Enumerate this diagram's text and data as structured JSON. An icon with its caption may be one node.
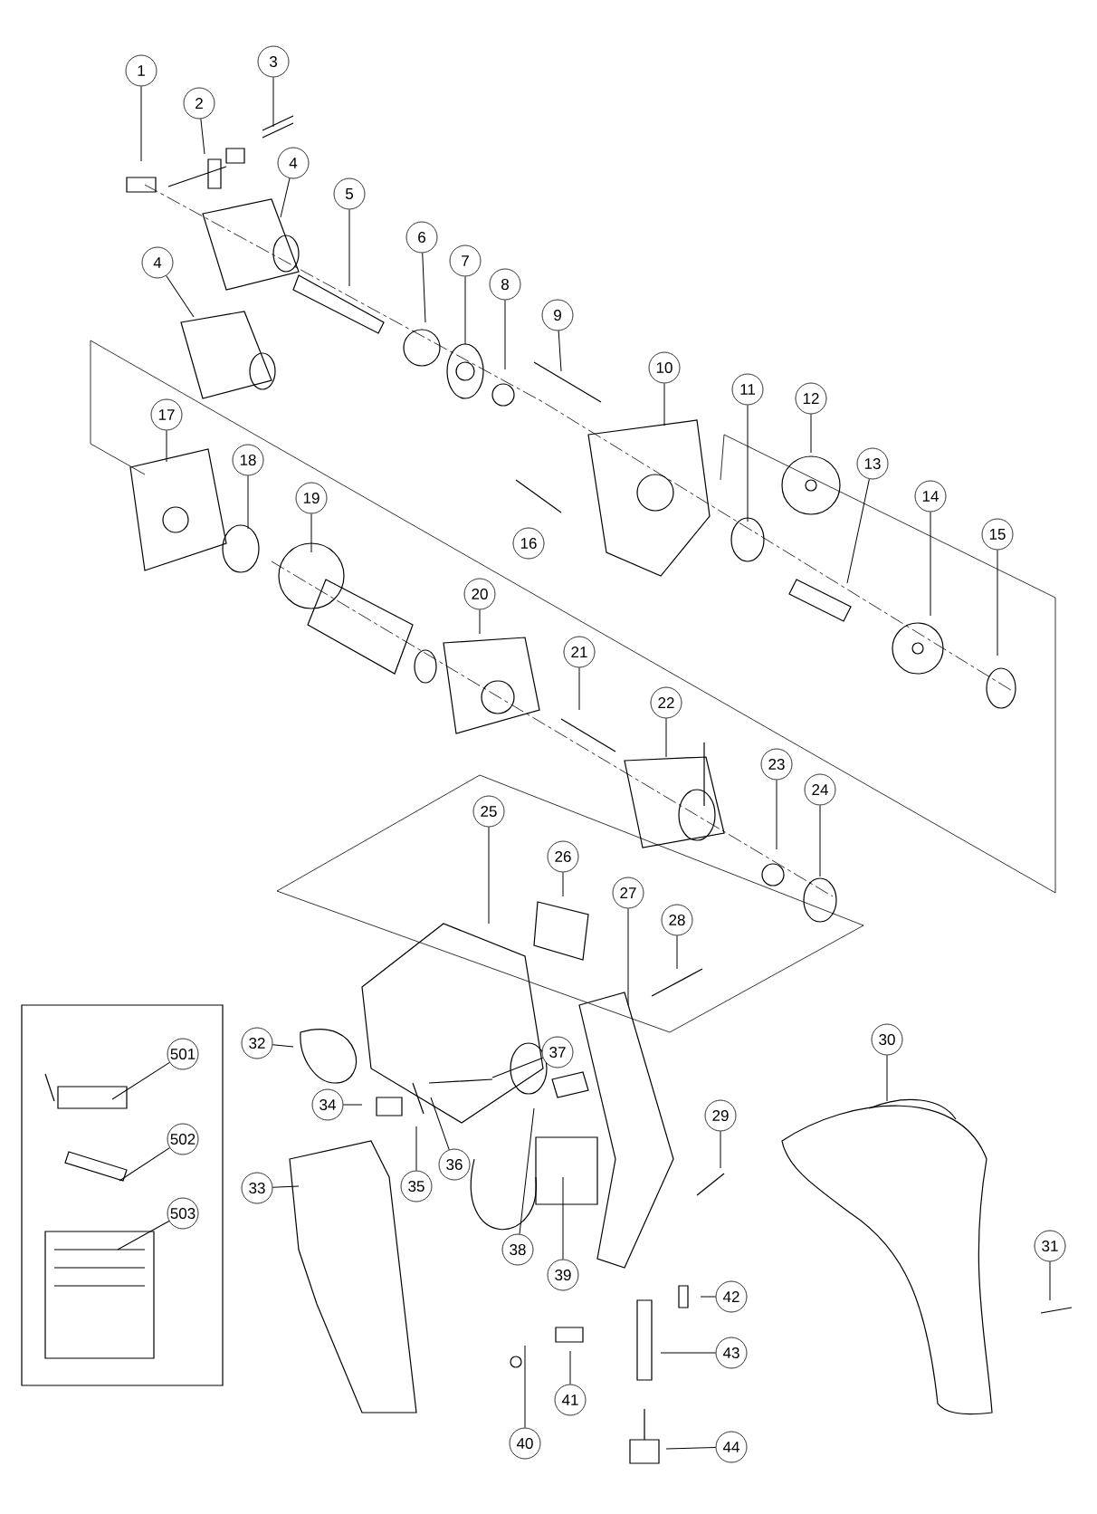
{
  "diagram": {
    "nodes": [
      {
        "text": [
          "1"
        ]
      },
      {
        "text": [
          "2"
        ]
      },
      {
        "text": [
          "3"
        ]
      },
      {
        "text": [
          "4"
        ]
      },
      {
        "text": [
          "4"
        ]
      },
      {
        "text": [
          "5"
        ]
      },
      {
        "text": [
          "6"
        ]
      },
      {
        "text": [
          "7"
        ]
      },
      {
        "text": [
          "8"
        ]
      },
      {
        "text": [
          "9"
        ]
      },
      {
        "text": [
          "10"
        ]
      },
      {
        "text": [
          "11"
        ]
      },
      {
        "text": [
          "12"
        ]
      },
      {
        "text": [
          "13"
        ]
      },
      {
        "text": [
          "14"
        ]
      },
      {
        "text": [
          "15"
        ]
      },
      {
        "text": [
          "16"
        ]
      },
      {
        "text": [
          "17"
        ]
      },
      {
        "text": [
          "18"
        ]
      },
      {
        "text": [
          "19"
        ]
      },
      {
        "text": [
          "20"
        ]
      },
      {
        "text": [
          "21"
        ]
      },
      {
        "text": [
          "22"
        ]
      },
      {
        "text": [
          "23"
        ]
      },
      {
        "text": [
          "24"
        ]
      },
      {
        "text": [
          "25"
        ]
      },
      {
        "text": [
          "26"
        ]
      },
      {
        "text": [
          "27"
        ]
      },
      {
        "text": [
          "28"
        ]
      },
      {
        "text": [
          "29"
        ]
      },
      {
        "text": [
          "30"
        ]
      },
      {
        "text": [
          "31"
        ]
      },
      {
        "text": [
          "32"
        ]
      },
      {
        "text": [
          "33"
        ]
      },
      {
        "text": [
          "34"
        ]
      },
      {
        "text": [
          "35"
        ]
      },
      {
        "text": [
          "36"
        ]
      },
      {
        "text": [
          "37"
        ]
      },
      {
        "text": [
          "38"
        ]
      },
      {
        "text": [
          "39"
        ]
      },
      {
        "text": [
          "40"
        ]
      },
      {
        "text": [
          "41"
        ]
      },
      {
        "text": [
          "42"
        ]
      },
      {
        "text": [
          "43"
        ]
      },
      {
        "text": [
          "44"
        ]
      },
      {
        "text": [],
        "shape": "box"
      },
      {
        "text": [
          "501"
        ],
        "in": 45
      },
      {
        "text": [
          "502"
        ],
        "in": 45
      },
      {
        "text": [
          "503"
        ],
        "in": 45
      }
    ],
    "edges": [
      {
        "from": 0,
        "to": null,
        "arrow": "none"
      },
      {
        "from": 1,
        "to": null,
        "arrow": "none"
      },
      {
        "from": 2,
        "to": null,
        "arrow": "none"
      },
      {
        "from": 3,
        "to": null,
        "arrow": "none"
      },
      {
        "from": 4,
        "to": null,
        "arrow": "none"
      },
      {
        "from": 5,
        "to": null,
        "arrow": "none"
      },
      {
        "from": 6,
        "to": null,
        "arrow": "none"
      },
      {
        "from": 7,
        "to": null,
        "arrow": "none"
      },
      {
        "from": 8,
        "to": null,
        "arrow": "none"
      },
      {
        "from": 9,
        "to": null,
        "arrow": "none"
      },
      {
        "from": 10,
        "to": null,
        "arrow": "none"
      },
      {
        "from": 11,
        "to": null,
        "arrow": "none"
      },
      {
        "from": 12,
        "to": null,
        "arrow": "none"
      },
      {
        "from": 13,
        "to": null,
        "arrow": "none"
      },
      {
        "from": 14,
        "to": null,
        "arrow": "none"
      },
      {
        "from": 15,
        "to": null,
        "arrow": "none"
      },
      {
        "from": 17,
        "to": null,
        "arrow": "none"
      },
      {
        "from": 18,
        "to": null,
        "arrow": "none"
      },
      {
        "from": 19,
        "to": null,
        "arrow": "none"
      },
      {
        "from": 20,
        "to": null,
        "arrow": "none"
      },
      {
        "from": 21,
        "to": null,
        "arrow": "none"
      },
      {
        "from": 22,
        "to": null,
        "arrow": "none"
      },
      {
        "from": 23,
        "to": null,
        "arrow": "none"
      },
      {
        "from": 24,
        "to": null,
        "arrow": "none"
      },
      {
        "from": 25,
        "to": null,
        "arrow": "none"
      },
      {
        "from": 26,
        "to": null,
        "arrow": "none"
      },
      {
        "from": 27,
        "to": null,
        "arrow": "none"
      },
      {
        "from": 28,
        "to": null,
        "arrow": "none"
      },
      {
        "from": 29,
        "to": null,
        "arrow": "none"
      },
      {
        "from": 30,
        "to": null,
        "arrow": "none"
      },
      {
        "from": 31,
        "to": null,
        "arrow": "none"
      },
      {
        "from": 32,
        "to": null,
        "arrow": "none"
      },
      {
        "from": 33,
        "to": null,
        "arrow": "none"
      },
      {
        "from": 34,
        "to": null,
        "arrow": "none"
      },
      {
        "from": 35,
        "to": null,
        "arrow": "none"
      },
      {
        "from": 36,
        "to": null,
        "arrow": "none"
      },
      {
        "from": 37,
        "to": null,
        "arrow": "none"
      },
      {
        "from": 38,
        "to": null,
        "arrow": "none"
      },
      {
        "from": 39,
        "to": null,
        "arrow": "none"
      },
      {
        "from": 40,
        "to": null,
        "arrow": "none"
      },
      {
        "from": 41,
        "to": null,
        "arrow": "none"
      },
      {
        "from": 42,
        "to": null,
        "arrow": "none"
      },
      {
        "from": 43,
        "to": null,
        "arrow": "none"
      },
      {
        "from": 44,
        "to": null,
        "arrow": "none"
      },
      {
        "from": 46,
        "to": null,
        "arrow": "none"
      },
      {
        "from": 47,
        "to": null,
        "arrow": "none"
      },
      {
        "from": 48,
        "to": null,
        "arrow": "none"
      }
    ]
  }
}
